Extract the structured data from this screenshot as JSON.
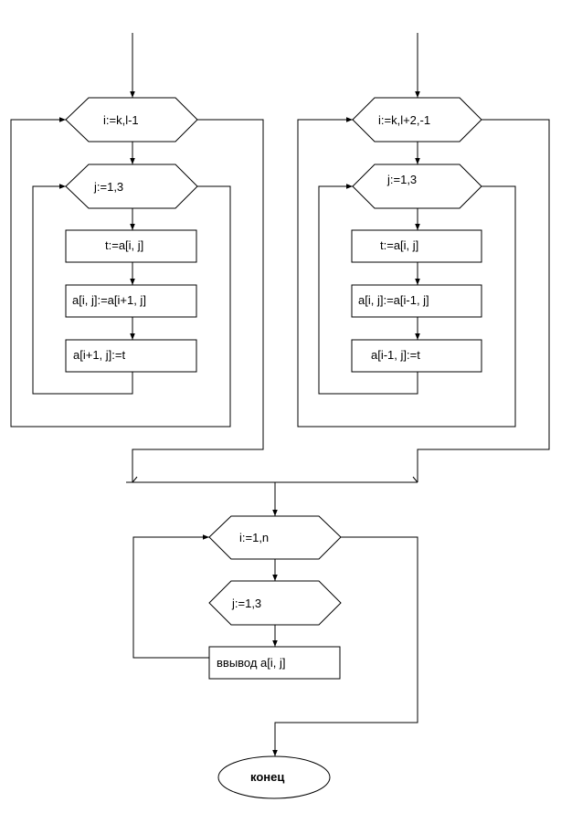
{
  "left_block": {
    "loop_i": "i:=k,l-1",
    "loop_j": "j:=1,3",
    "step1": "t:=a[i, j]",
    "step2": "a[i, j]:=a[i+1, j]",
    "step3": "a[i+1, j]:=t"
  },
  "right_block": {
    "loop_i": "i:=k,l+2,-1",
    "loop_j": "j:=1,3",
    "step1": "t:=a[i, j]",
    "step2": "a[i, j]:=a[i-1, j]",
    "step3": "a[i-1, j]:=t"
  },
  "output_block": {
    "loop_i": "i:=1,n",
    "loop_j": "j:=1,3",
    "action": "ввывод a[i, j]"
  },
  "end_label": "конец"
}
